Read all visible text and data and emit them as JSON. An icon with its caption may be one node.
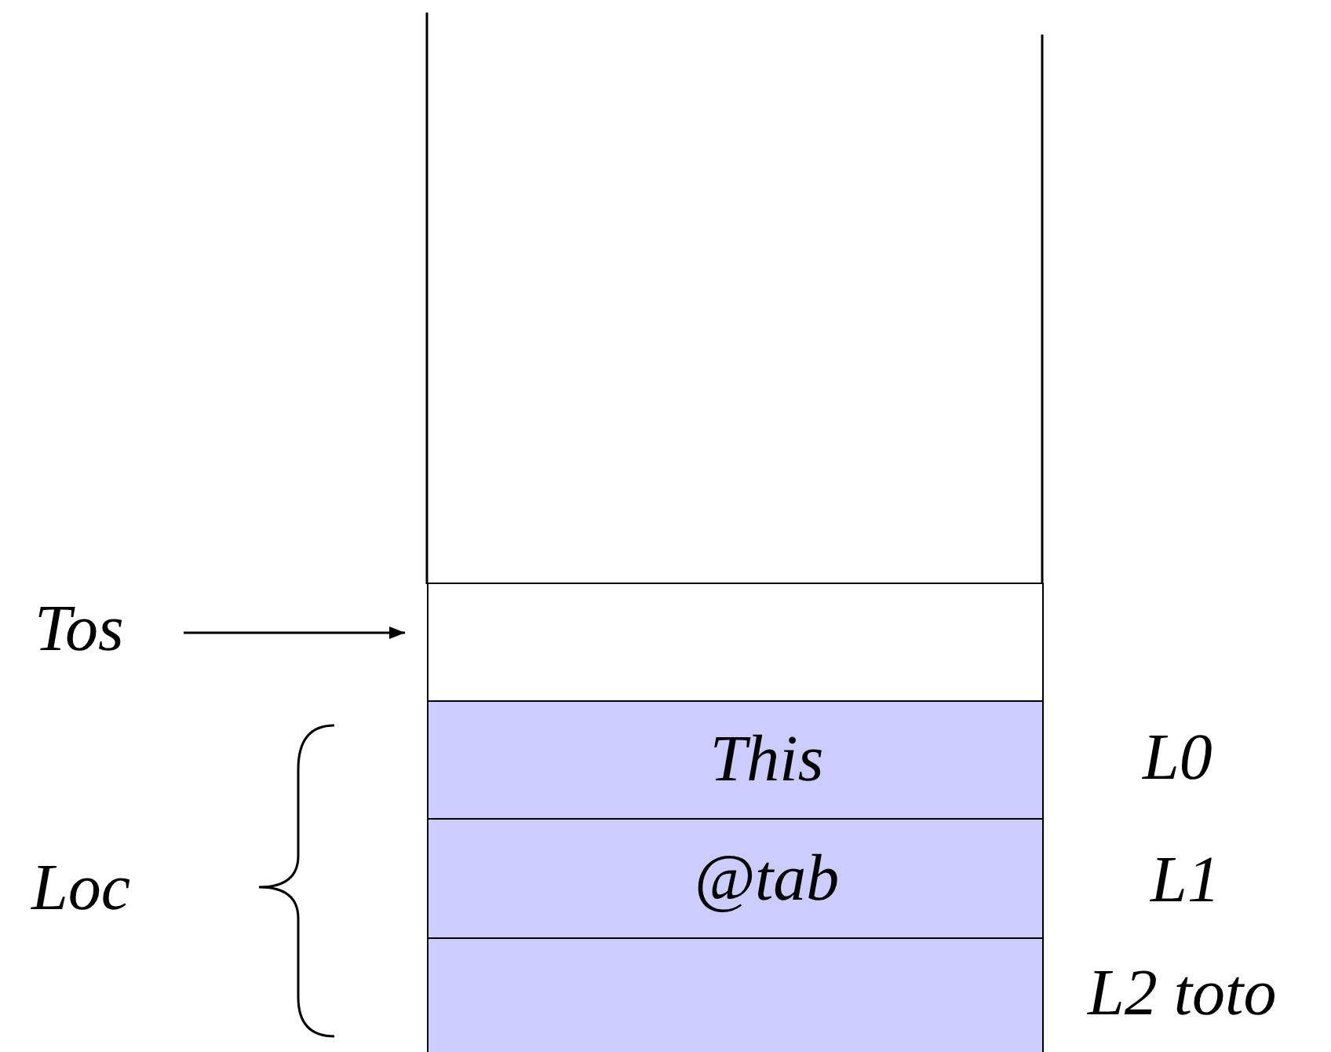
{
  "diagram": {
    "nodes": [
      {
        "text": [],
        "shape": "box"
      },
      {
        "text": [
          "This"
        ],
        "beside": [
          "L0"
        ]
      },
      {
        "text": [
          "@tab"
        ],
        "beside": [
          "L1"
        ]
      },
      {
        "text": [],
        "shape": "box",
        "beside": [
          "L2 toto"
        ]
      },
      {
        "text": [
          "Tos"
        ]
      }
    ],
    "edges": [
      {
        "from": 4,
        "to": 0,
        "arrow": "to"
      }
    ],
    "labels": [
      "Loc"
    ]
  }
}
